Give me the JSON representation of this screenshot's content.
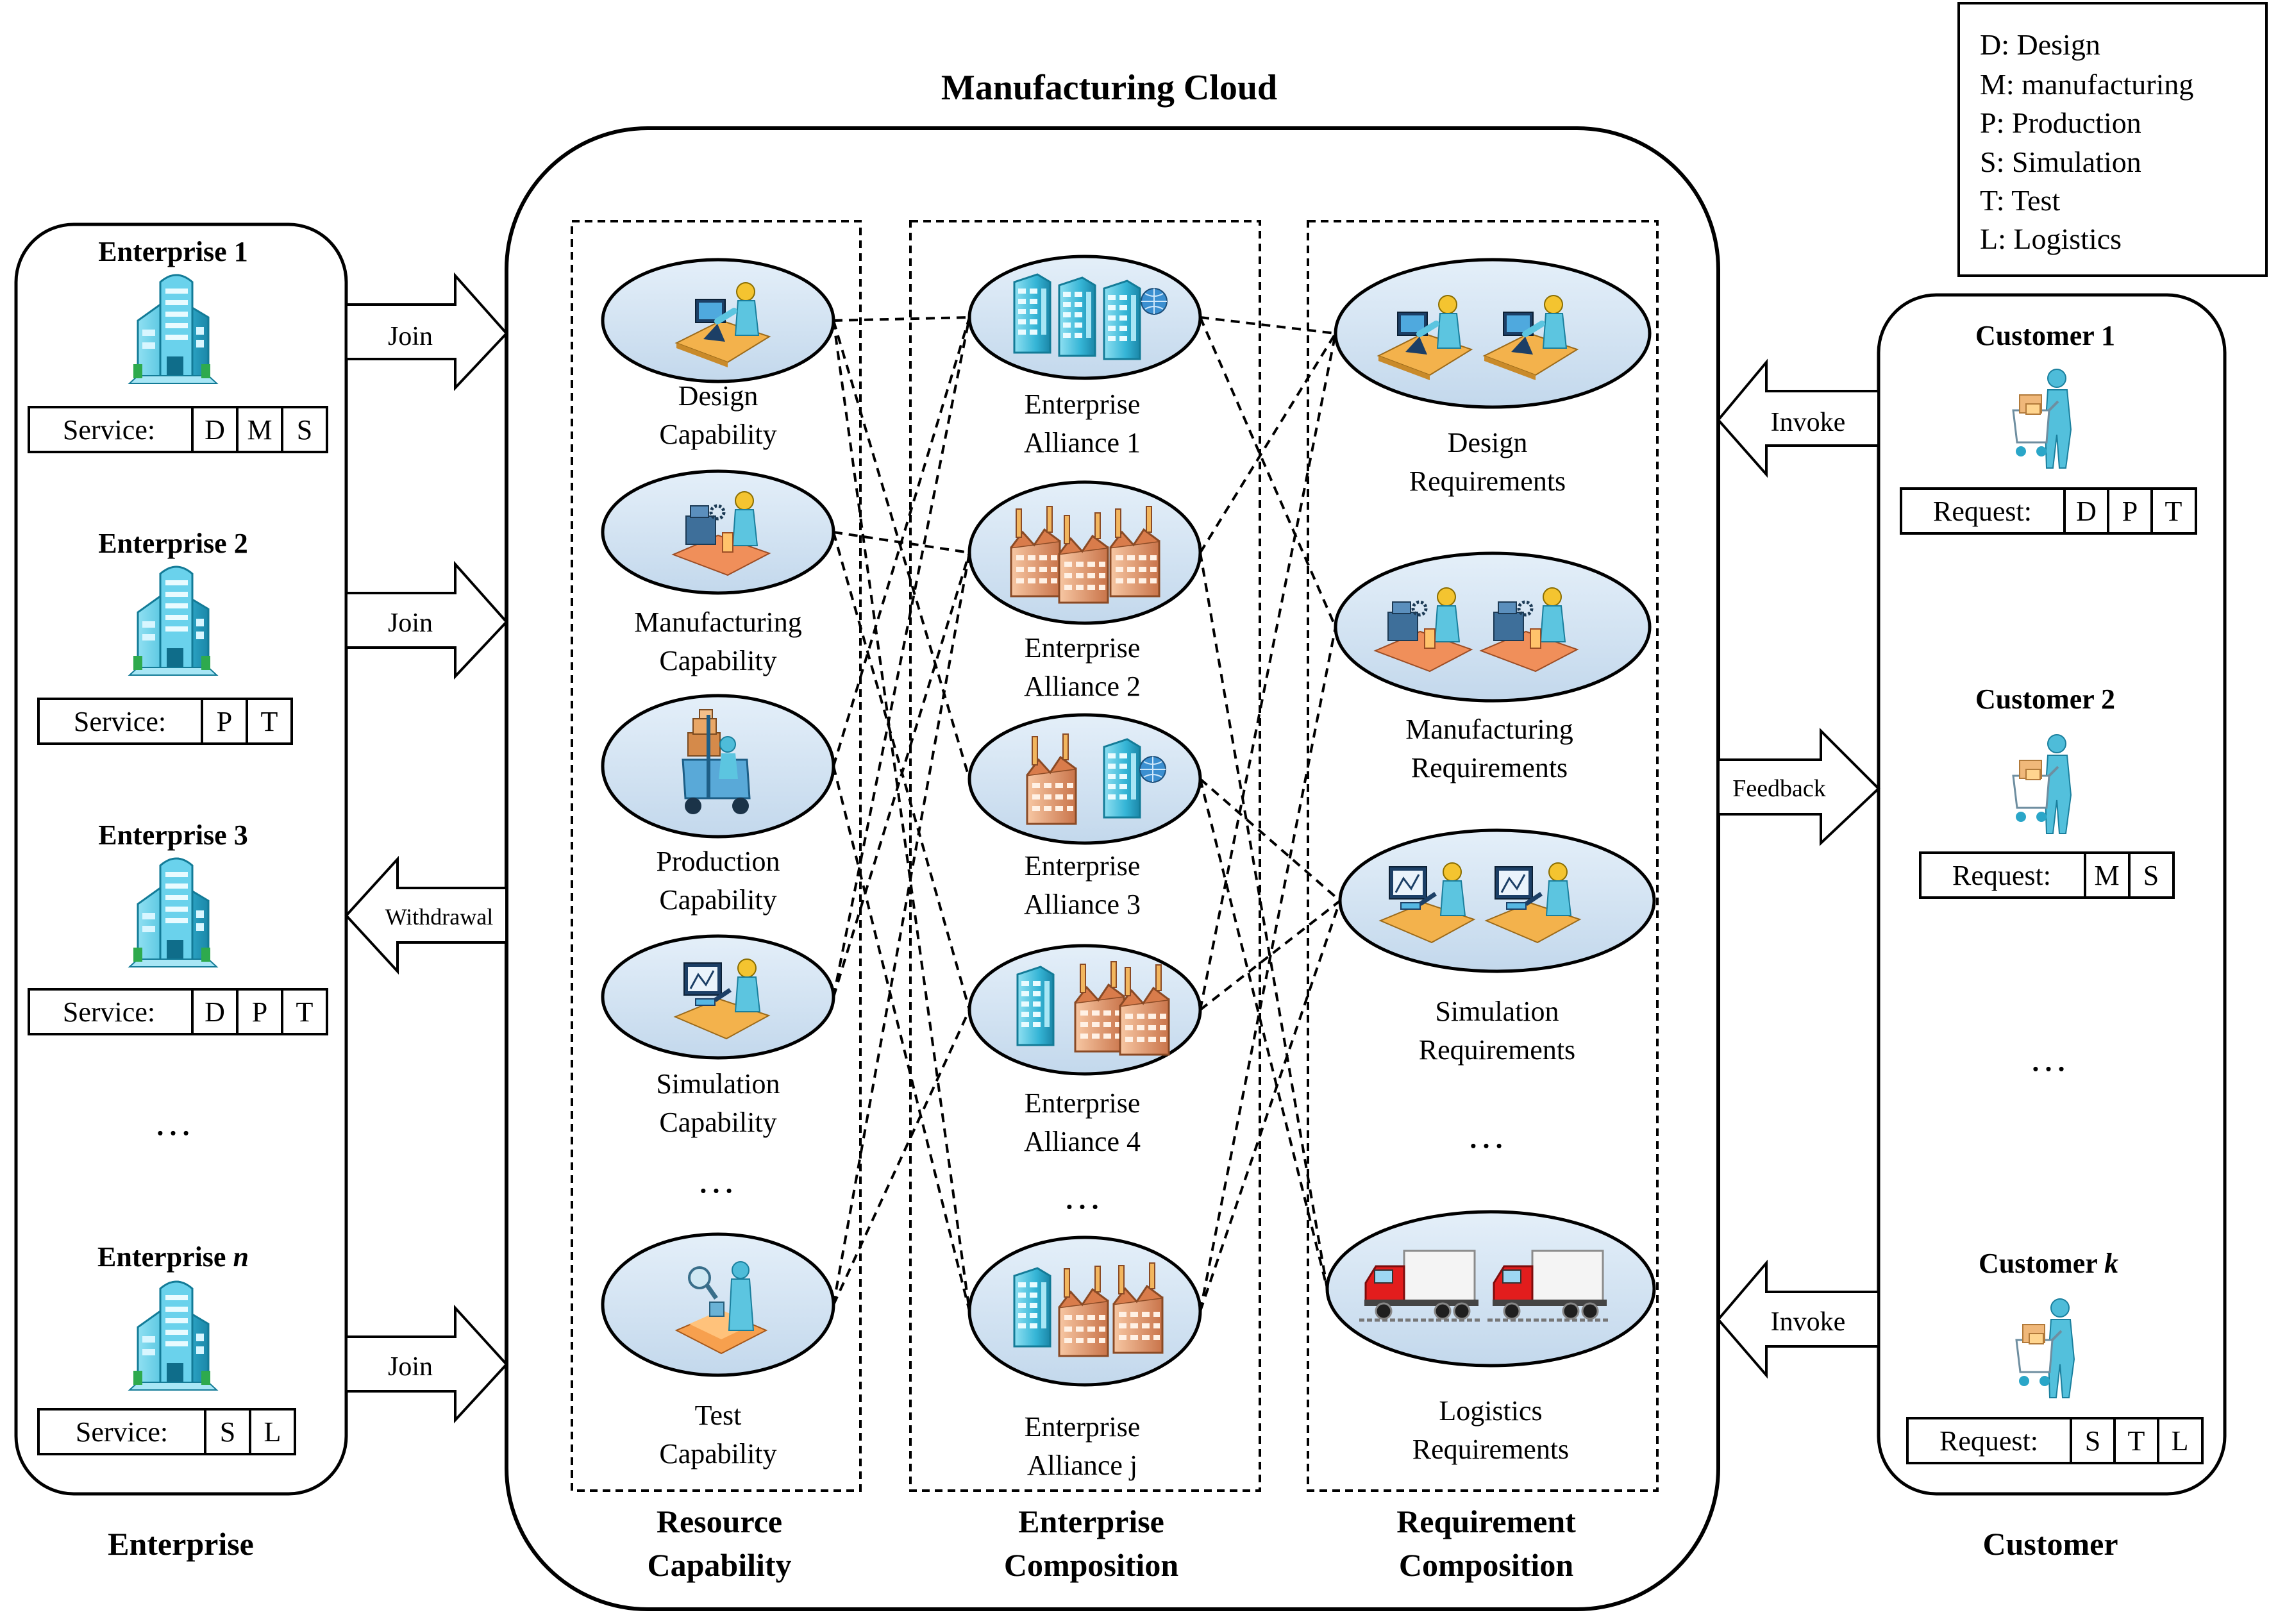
{
  "title": "Manufacturing Cloud",
  "legend": [
    {
      "code": "D",
      "text": "D: Design"
    },
    {
      "code": "M",
      "text": "M: manufacturing"
    },
    {
      "code": "P",
      "text": "P: Production"
    },
    {
      "code": "S",
      "text": "S: Simulation"
    },
    {
      "code": "T",
      "text": "T: Test"
    },
    {
      "code": "L",
      "text": "L: Logistics"
    }
  ],
  "enterprise_panel": {
    "caption": "Enterprise",
    "row_label": "Service:",
    "ellipsis": "…",
    "enterprises": [
      {
        "name": "Enterprise",
        "index": "1",
        "services": [
          "D",
          "M",
          "S"
        ]
      },
      {
        "name": "Enterprise",
        "index": "2",
        "services": [
          "P",
          "T"
        ]
      },
      {
        "name": "Enterprise",
        "index": "3",
        "services": [
          "D",
          "P",
          "T"
        ]
      },
      {
        "name": "Enterprise",
        "index": "n",
        "services": [
          "S",
          "L"
        ]
      }
    ]
  },
  "customer_panel": {
    "caption": "Customer",
    "row_label": "Request:",
    "ellipsis": "…",
    "customers": [
      {
        "name": "Customer",
        "index": "1",
        "requests": [
          "D",
          "P",
          "T"
        ]
      },
      {
        "name": "Customer",
        "index": "2",
        "requests": [
          "M",
          "S"
        ]
      },
      {
        "name": "Customer",
        "index": "k",
        "requests": [
          "S",
          "T",
          "L"
        ]
      }
    ]
  },
  "arrows": {
    "join": "Join",
    "withdrawal": "Withdrawal",
    "invoke": "Invoke",
    "feedback": "Feedback"
  },
  "columns": {
    "resource": {
      "caption": [
        "Resource",
        "Capability"
      ],
      "items": [
        {
          "icon": "designer-workstation-icon",
          "label": [
            "Design",
            "Capability"
          ]
        },
        {
          "icon": "machining-worker-icon",
          "label": [
            "Manufacturing",
            "Capability"
          ]
        },
        {
          "icon": "forklift-operator-icon",
          "label": [
            "Production",
            "Capability"
          ]
        },
        {
          "icon": "simulation-engineer-icon",
          "label": [
            "Simulation",
            "Capability"
          ]
        },
        {
          "icon": "test-inspector-icon",
          "label": [
            "Test",
            "Capability"
          ]
        }
      ],
      "ellipsis": "…"
    },
    "enterprise": {
      "caption": [
        "Enterprise",
        "Composition"
      ],
      "items": [
        {
          "icon": "office-buildings-icon",
          "label": [
            "Enterprise",
            "Alliance 1"
          ]
        },
        {
          "icon": "factory-buildings-icon",
          "label": [
            "Enterprise",
            "Alliance 2"
          ]
        },
        {
          "icon": "factory-office-icon",
          "label": [
            "Enterprise",
            "Alliance 3"
          ]
        },
        {
          "icon": "office-factory-icon",
          "label": [
            "Enterprise",
            "Alliance 4"
          ]
        },
        {
          "icon": "mixed-buildings-icon",
          "label": [
            "Enterprise",
            "Alliance j"
          ]
        }
      ],
      "ellipsis": "…"
    },
    "requirement": {
      "caption": [
        "Requirement",
        "Composition"
      ],
      "items": [
        {
          "icon": "designers-pair-icon",
          "label": [
            "Design",
            "Requirements"
          ]
        },
        {
          "icon": "machining-pair-icon",
          "label": [
            "Manufacturing",
            "Requirements"
          ]
        },
        {
          "icon": "simulation-pair-icon",
          "label": [
            "Simulation",
            "Requirements"
          ]
        },
        {
          "icon": "delivery-trucks-icon",
          "label": [
            "Logistics",
            "Requirements"
          ]
        }
      ],
      "ellipsis": "…"
    }
  },
  "links": {
    "resource_to_alliance": [
      [
        0,
        0
      ],
      [
        0,
        2
      ],
      [
        0,
        4
      ],
      [
        1,
        1
      ],
      [
        1,
        3
      ],
      [
        2,
        0
      ],
      [
        2,
        4
      ],
      [
        3,
        0
      ],
      [
        3,
        1
      ],
      [
        4,
        1
      ],
      [
        4,
        3
      ]
    ],
    "alliance_to_requirement": [
      [
        0,
        0
      ],
      [
        0,
        1
      ],
      [
        1,
        0
      ],
      [
        1,
        3
      ],
      [
        2,
        2
      ],
      [
        2,
        3
      ],
      [
        3,
        0
      ],
      [
        3,
        2
      ],
      [
        4,
        1
      ],
      [
        4,
        2
      ]
    ]
  },
  "colors": {
    "ellipse_fill": "#d6e6f4",
    "building": "#39b7d8",
    "factory": "#e39a6a",
    "person": "#5fc3dc",
    "truck_red": "#e21d1d"
  }
}
